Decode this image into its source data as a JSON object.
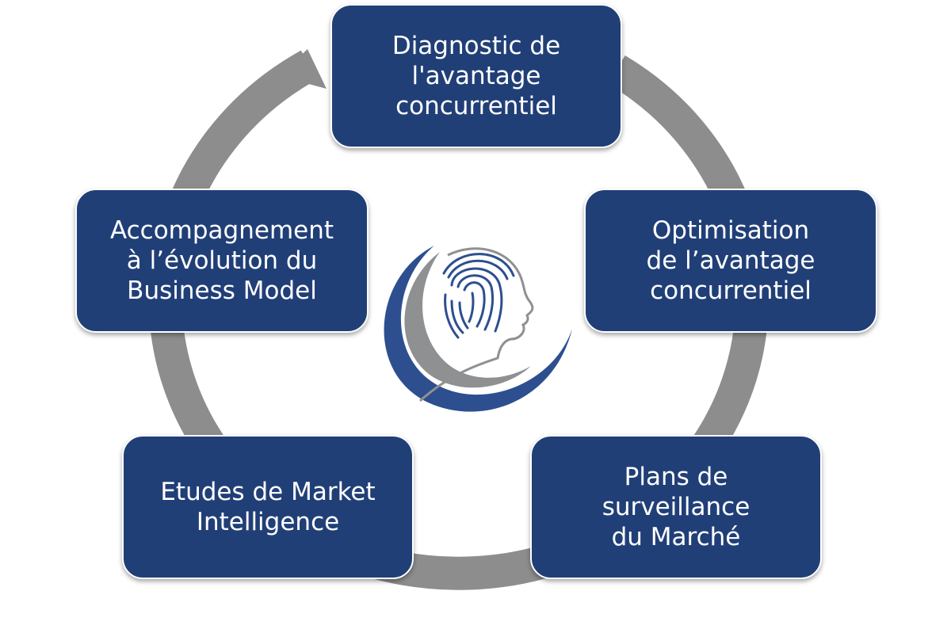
{
  "diagram": {
    "type": "cycle",
    "colors": {
      "node_fill": "#213f77",
      "node_text": "#ffffff",
      "ring": "#8c8d8c",
      "logo_blue": "#2d4f8f",
      "logo_gray": "#8f9092"
    },
    "center_icon": "fingerprint-head-logo",
    "nodes": [
      {
        "id": "diagnostic",
        "lines": [
          "Diagnostic de",
          "l'avantage",
          "concurrentiel"
        ]
      },
      {
        "id": "optimisation",
        "lines": [
          "Optimisation",
          "de l’avantage",
          "concurrentiel"
        ]
      },
      {
        "id": "plans",
        "lines": [
          "Plans de",
          "surveillance",
          "du Marché"
        ]
      },
      {
        "id": "etudes",
        "lines": [
          "Etudes de Market",
          "Intelligence"
        ]
      },
      {
        "id": "accompagnement",
        "lines": [
          "Accompagnement",
          "à l’évolution du",
          "Business Model"
        ]
      }
    ]
  }
}
